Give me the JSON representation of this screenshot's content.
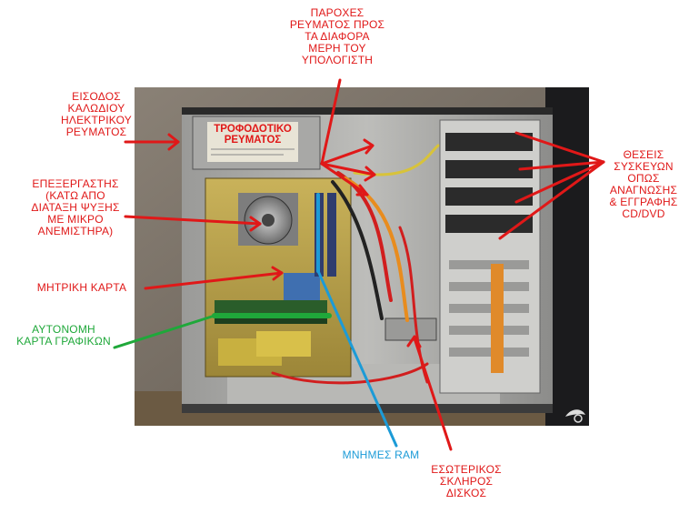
{
  "labels": {
    "power_inlet": "ΕΙΣΟΔΟΣ\nΚΑΛΩΔΙΟΥ\nΗΛΕΚΤΡΙΚΟΥ\nΡΕΥΜΑΤΟΣ",
    "psu": "ΤΡΟΦΟΔΟΤΙΚΟ\nΡΕΥΜΑΤΟΣ",
    "power_connectors": "ΠΑΡΟΧΕΣ\nΡΕΥΜΑΤΟΣ ΠΡΟΣ\nΤΑ ΔΙΑΦΟΡΑ\nΜΕΡΗ ΤΟΥ\nΥΠΟΛΟΓΙΣΤΗ",
    "cpu": "ΕΠΕΞΕΡΓΑΣΤΗΣ\n(ΚΑΤΩ ΑΠΟ\nΔΙΑΤΑΞΗ ΨΥΞΗΣ\nΜΕ ΜΙΚΡΟ\nΑΝΕΜΙΣΤΗΡΑ)",
    "motherboard": "ΜΗΤΡΙΚΗ ΚΑΡΤΑ",
    "graphics_card": "ΑΥΤΟΝΟΜΗ\nΚΑΡΤΑ ΓΡΑΦΙΚΩΝ",
    "ram": "ΜΝΗΜΕΣ RAM",
    "hard_disk": "ΕΣΩΤΕΡΙΚΟΣ\nΣΚΛΗΡΟΣ\nΔΙΣΚΟΣ",
    "drive_bays": "ΘΕΣΕΙΣ\nΣΥΣΚΕΥΩΝ\nΟΠΩΣ\nΑΝΑΓΝΩΣΗΣ\n& ΕΓΓΡΑΦΗΣ\nCD/DVD"
  },
  "colors": {
    "annotation_red": "#e01818",
    "annotation_green": "#1fa83a",
    "annotation_blue": "#1c9bd7"
  },
  "watermark_icon": "camera-logo"
}
